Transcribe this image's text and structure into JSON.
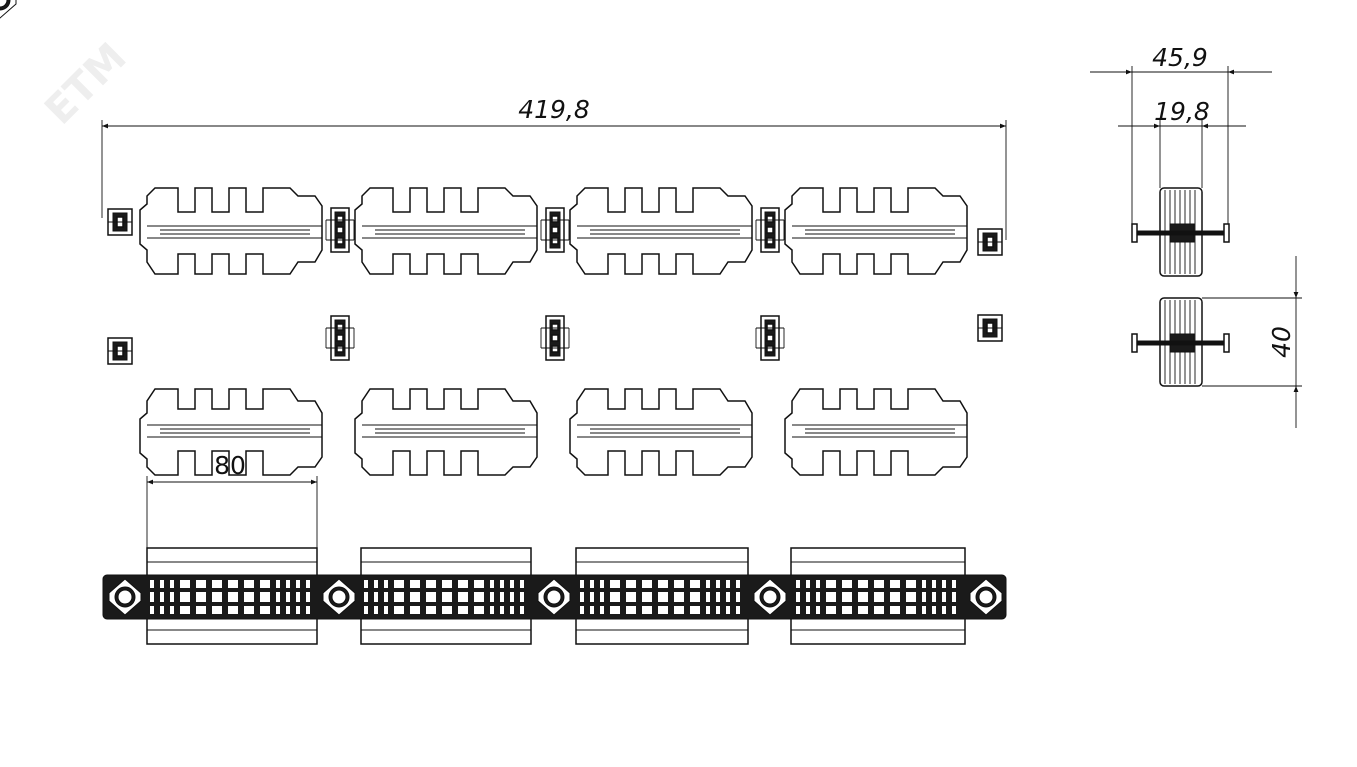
{
  "watermark": "ETM",
  "dimensions": {
    "overall_length": "419,8",
    "segment_length": "80",
    "side_width_outer": "45,9",
    "side_width_inner": "19,8",
    "side_height": "40"
  },
  "colors": {
    "line": "#111111",
    "background": "#ffffff",
    "watermark": "#eeeeee"
  }
}
